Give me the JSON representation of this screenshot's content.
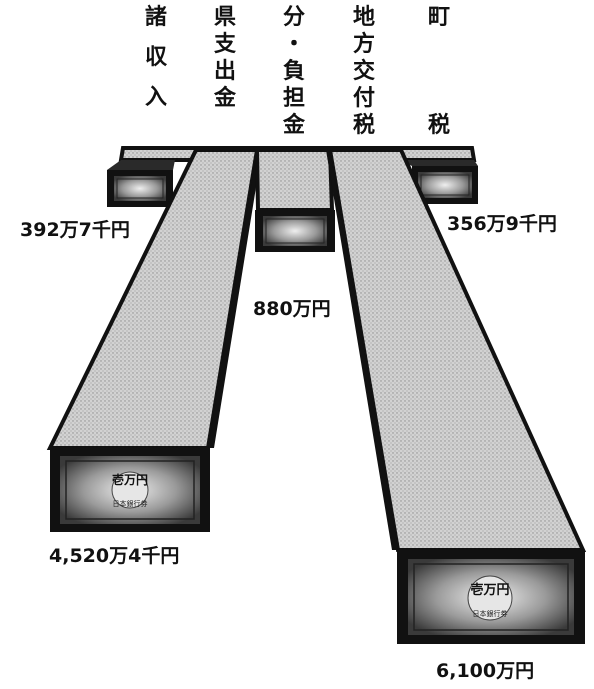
{
  "columns": [
    {
      "id": "shoshunyu",
      "label": "諸収入"
    },
    {
      "id": "kenshishutsu",
      "label": "県支出金"
    },
    {
      "id": "bunfutankin",
      "label": "分・負担金"
    },
    {
      "id": "chihokofu",
      "label": "地方交付税"
    },
    {
      "id": "choze",
      "label": "町税"
    }
  ],
  "amounts": {
    "shoshunyu": "392万7千円",
    "choze": "356万9千円",
    "bunfutankin": "880万円",
    "kenshishutsu": "4,520万4千円",
    "chihokofu": "6,100万円"
  },
  "banknote": {
    "text": "壱万円",
    "serial": "日本銀行券"
  },
  "colors": {
    "ink": "#111111",
    "texture": "#c8c8c8",
    "note_face": "#8a8a8a"
  }
}
